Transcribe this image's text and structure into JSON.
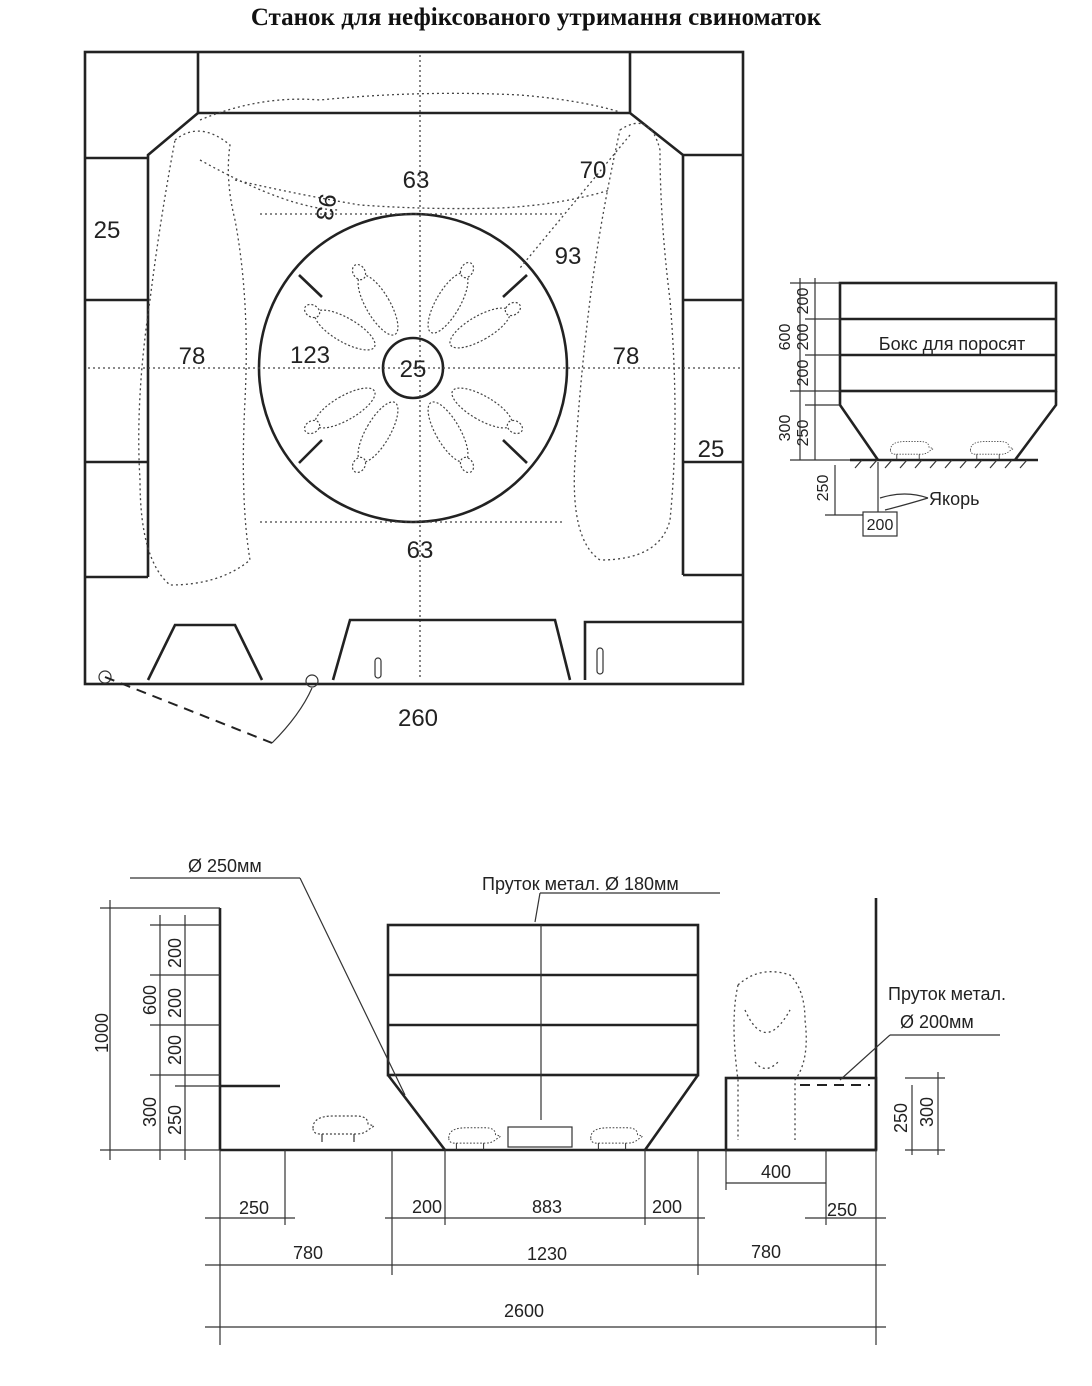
{
  "title": "Станок для нефіксованого утримання свиноматок",
  "plan": {
    "d_top": "63",
    "d_diag_left": "93",
    "d_diag_right": "93",
    "d_corner": "70",
    "d_left_pen": "25",
    "d_right_pen": "25",
    "d_left": "78",
    "d_right": "78",
    "d_inner": "123",
    "d_center": "25",
    "d_bottom": "63",
    "d_width": "260"
  },
  "side": {
    "box_label": "Бокс для поросят",
    "anchor_label": "Якорь",
    "v_600": "600",
    "v_200a": "200",
    "v_200b": "200",
    "v_200c": "200",
    "v_300": "300",
    "v_250": "250",
    "v_250b": "250",
    "h_200": "200"
  },
  "front": {
    "rod1": "Ø 250мм",
    "rod2": "Пруток метал. Ø 180мм",
    "rod3a": "Пруток метал.",
    "rod3b": "Ø 200мм",
    "v_1000": "1000",
    "v_600": "600",
    "v_200a": "200",
    "v_200b": "200",
    "v_200c": "200",
    "v_300": "300",
    "v_250": "250",
    "r_250": "250",
    "r_300": "300",
    "h_400": "400",
    "h_250l": "250",
    "h_200l": "200",
    "h_883": "883",
    "h_200r": "200",
    "h_250r": "250",
    "h_780l": "780",
    "h_1230": "1230",
    "h_780r": "780",
    "h_2600": "2600"
  }
}
